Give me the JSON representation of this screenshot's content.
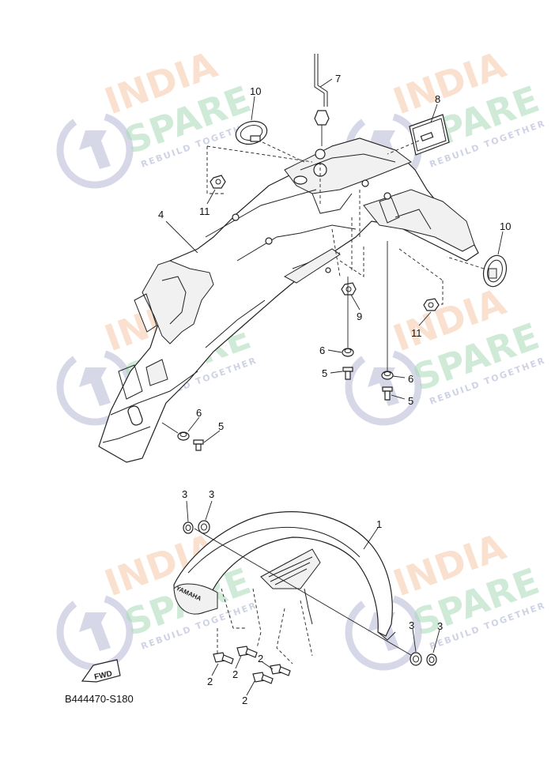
{
  "diagram": {
    "code": "B444470-S180",
    "fwd_label": "FWD",
    "brand_mark": "YAMAHA",
    "colors": {
      "line": "#222222",
      "watermark_orange": "#f6c9a8",
      "watermark_green": "#a9dbb9",
      "watermark_purple": "#c4c8de"
    }
  },
  "watermark": {
    "line1": "INDIA",
    "line2": "SPARE",
    "tagline": "REBUILD TOGETHER"
  },
  "callouts": {
    "c1": "1",
    "c2a": "2",
    "c2b": "2",
    "c2c": "2",
    "c2d": "2",
    "c3a": "3",
    "c3b": "3",
    "c3c": "3",
    "c3d": "3",
    "c4": "4",
    "c5a": "5",
    "c5b": "5",
    "c5c": "5",
    "c6a": "6",
    "c6b": "6",
    "c6c": "6",
    "c7": "7",
    "c8": "8",
    "c9": "9",
    "c10a": "10",
    "c10b": "10",
    "c11a": "11",
    "c11b": "11"
  }
}
